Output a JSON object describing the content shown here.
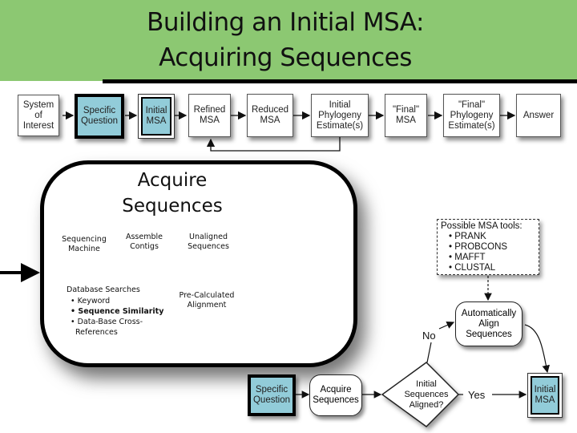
{
  "title": {
    "line1": "Building an Initial MSA:",
    "line2": "Acquiring Sequences"
  },
  "pipeline": [
    {
      "label": "System\nof\nInterest",
      "style": "plain"
    },
    {
      "label": "Specific\nQuestion",
      "style": "thick-blue"
    },
    {
      "label": "Initial\nMSA",
      "style": "double-blue"
    },
    {
      "label": "Refined\nMSA",
      "style": "plain"
    },
    {
      "label": "Reduced\nMSA",
      "style": "plain"
    },
    {
      "label": "Initial\nPhylogeny\nEstimate(s)",
      "style": "plain"
    },
    {
      "label": "\"Final\"\nMSA",
      "style": "plain"
    },
    {
      "label": "\"Final\"\nPhylogeny\nEstimate(s)",
      "style": "plain"
    },
    {
      "label": "Answer",
      "style": "plain"
    }
  ],
  "acquire": {
    "title1": "Acquire",
    "title2": "Sequences",
    "sequencing_machine": "Sequencing\nMachine",
    "assemble_contigs": "Assemble\nContigs",
    "unaligned_sequences": "Unaligned\nSequences",
    "database_searches": "Database Searches",
    "db_items": [
      "• Keyword",
      "• Sequence Similarity",
      "• Data-Base Cross-",
      "References"
    ],
    "precalculated": "Pre-Calculated\nAlignment"
  },
  "tools_note": {
    "title": "Possible MSA tools:",
    "items": [
      "PRANK",
      "PROBCONS",
      "MAFFT",
      "CLUSTAL"
    ]
  },
  "flow": {
    "auto_align": "Automatically\nAlign\nSequences",
    "no_label": "No",
    "yes_label": "Yes",
    "specific_question": "Specific\nQuestion",
    "acquire_sequences": "Acquire\nSequences",
    "decision": "Initial\nSequences\nAligned?",
    "initial_msa": "Initial\nMSA"
  }
}
